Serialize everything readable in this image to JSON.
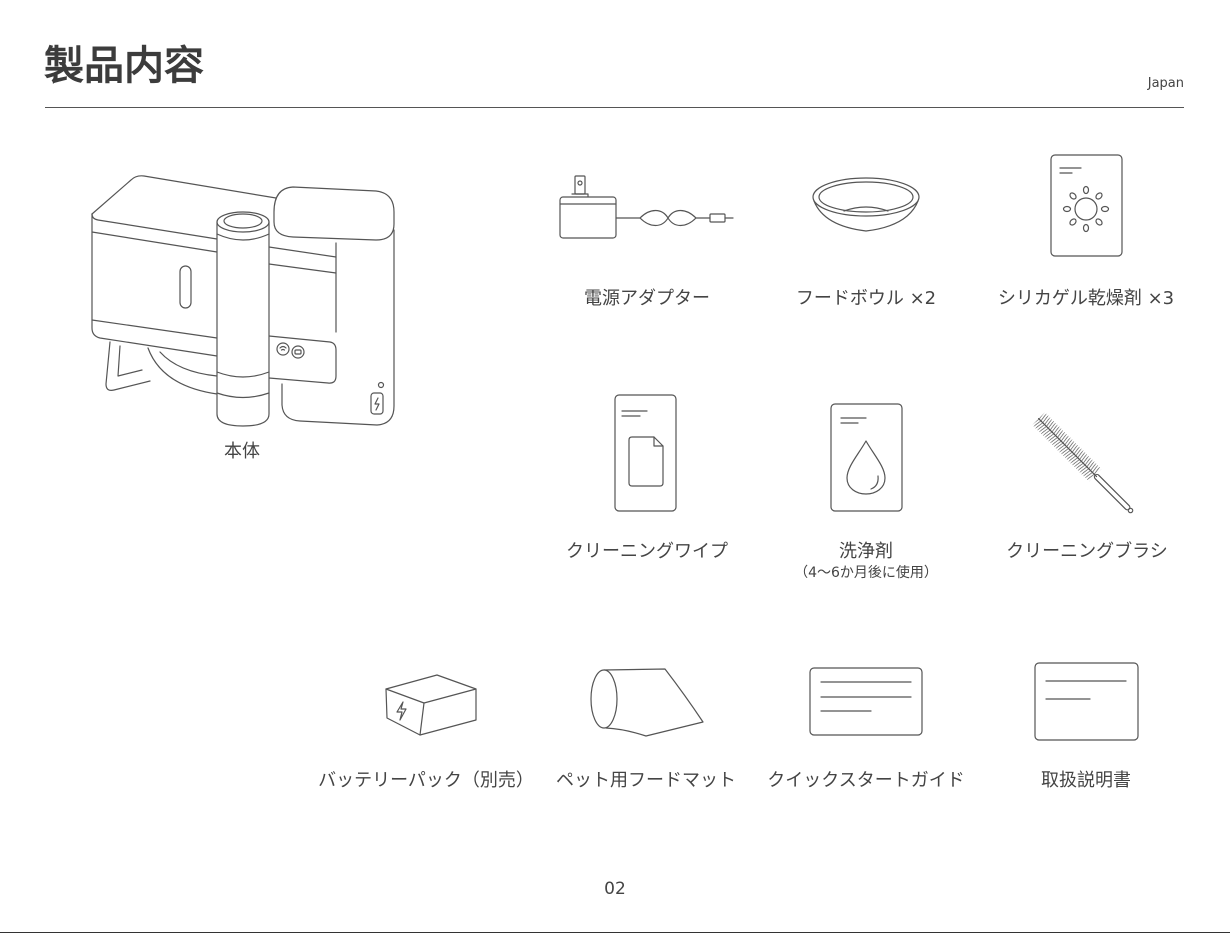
{
  "header": {
    "title": "製品内容",
    "region": "Japan"
  },
  "main_unit": {
    "label": "本体",
    "icon": "pet-feeder-icon"
  },
  "items": [
    {
      "label": "電源アダプター",
      "icon": "power-adapter-icon"
    },
    {
      "label": "フードボウル ×2",
      "icon": "food-bowl-icon"
    },
    {
      "label": "シリカゲル乾燥剤 ×3",
      "icon": "silica-gel-icon"
    },
    {
      "label": "クリーニングワイプ",
      "icon": "cleaning-wipe-icon"
    },
    {
      "label": "洗浄剤",
      "note": "（4〜6か月後に使用）",
      "icon": "detergent-icon"
    },
    {
      "label": "クリーニングブラシ",
      "icon": "cleaning-brush-icon"
    },
    {
      "label": "バッテリーパック（別売）",
      "icon": "battery-pack-icon"
    },
    {
      "label": "ペット用フードマット",
      "icon": "food-mat-icon"
    },
    {
      "label": "クイックスタートガイド",
      "icon": "quick-start-guide-icon"
    },
    {
      "label": "取扱説明書",
      "icon": "user-manual-icon"
    }
  ],
  "footer": {
    "page_number": "02"
  },
  "colors": {
    "text": "#444444",
    "title": "#3c3c3c",
    "line": "#555555",
    "background": "#ffffff"
  }
}
